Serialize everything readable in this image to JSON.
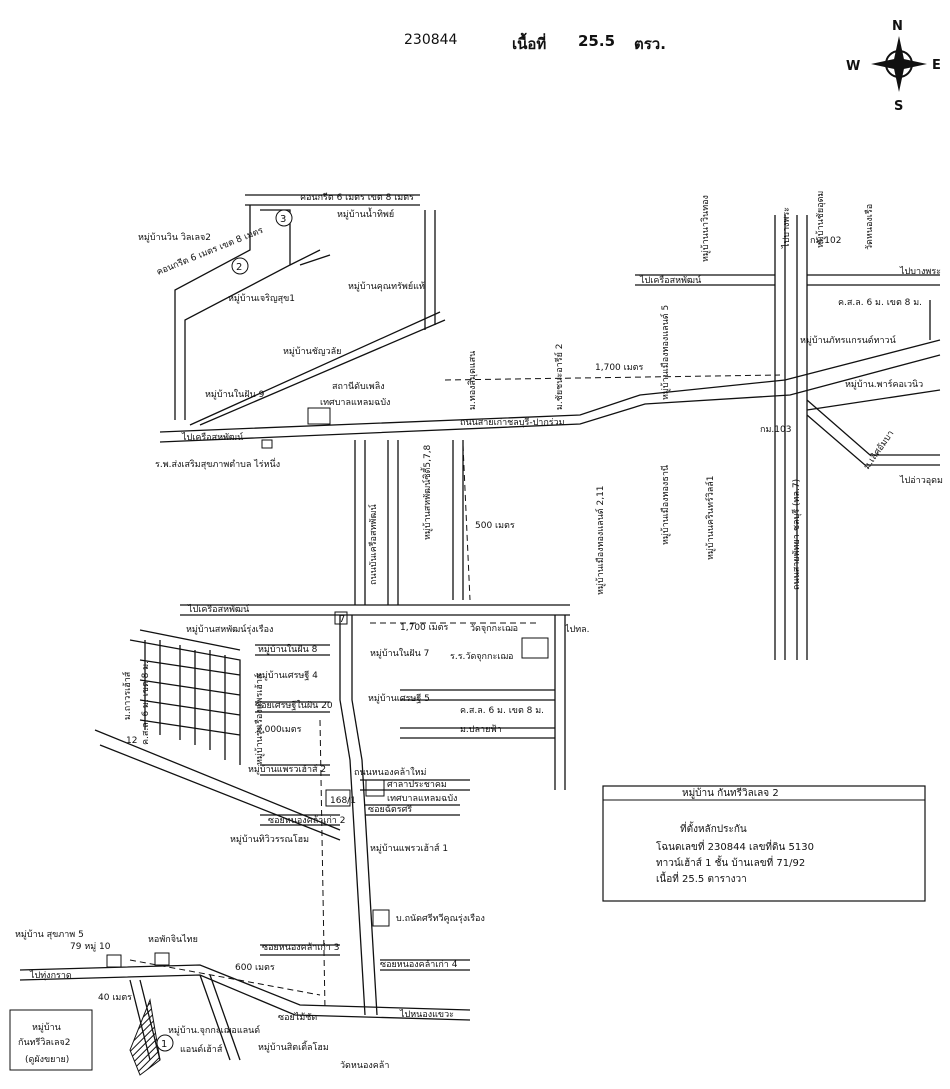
{
  "header": {
    "parcel_code": "230844",
    "area_label": "เนื้อที่",
    "area_value": "25.5",
    "area_unit": "ตรว."
  },
  "compass": {
    "n": "N",
    "s": "S",
    "e": "E",
    "w": "W"
  },
  "labels": {
    "concrete_top": "คอนกรีต 6 เมตร เขต 8 เมตร",
    "concrete_left": "คอนกรีต 6 เมตร เขต 8 เมตร",
    "marker_3": "3",
    "marker_2": "2",
    "marker_1": "1",
    "v_win_win": "หมู่บ้านวิน วิลเลจ2",
    "v_nam_thip": "หมู่บ้านน้ำทิพย์",
    "v_kunsap": "หมู่บ้านคุณทรัพย์แท้",
    "v_charoensuk": "หมู่บ้านเจริญสุข1",
    "v_chanyawan": "หมู่บ้านชัญวลัย",
    "v_naifun9": "หมู่บ้านในฝัน 9",
    "fire_station": "สถานีดับเพลิง",
    "municipality": "เทศบาลแหลมฉบัง",
    "to_sahapat_1": "ไปเครือสหพัฒน์",
    "hospital": "ร.พ.ส่งเสริมสุขภาพตำบล ไร่หนึ่ง",
    "to_sahapat_2": "ไปเครือสหพัฒน์",
    "v_thongsamut": "ม.ทองสิมุดแสน",
    "v_chonburi": "ม.ชัยชนะอารีย์ 2",
    "dist_1700_top": "1,700 เมตร",
    "v_thongland5": "หมู่บ้านเมืองทองแลนด์ 5",
    "v_kao_nong": "หมู่บ้านนาวินทอง",
    "to_sahapat_3": "ไปเครือสหพัฒน์",
    "v_chai": "หมู่บ้านชัยอุดม",
    "km102": "กม.102",
    "temple_top": "วัดหนองเรือ",
    "to_bang": "ไปบางพระ",
    "ks6": "ค.ส.ล. 6 ม. เขต 8 ม.",
    "v_pattra": "หมู่บ้านภัทรแกรนด์ทาวน์",
    "v_park": "หมู่บ้าน.พาร์คอเวนิว",
    "road_sukhumvit": "ถนนสายเก่าชลบุรี-ปากร่วม",
    "km103": "กม.103",
    "v_thongland211": "หมู่บ้านเมืองทองแลนด์ 2,11",
    "v_thongland_b": "หมู่บ้านเมืองทองธานี",
    "v_nakarin": "หมู่บ้านนครินทร์วิลล์1",
    "highway": "ถนนสายพัทยา-ชลบุรี (ทล.7)",
    "v_lerthaban": "ม.เลิศอัมบา",
    "to_wat": "ไปอ่าวอุดม",
    "road_sahapat": "ถนนบันเครือสหพัฒน์",
    "v_sahapat_city": "หมู่บ้านสหพัฒน์ซิตี้5,7,8",
    "dist_500": "500 เมตร",
    "to_sahapat_4": "ไปเครือสหพัฒน์",
    "v_sahapat_r": "หมู่บ้านสหพัฒน์รุ่งเรือง",
    "marker_7": "7",
    "dist_1700_mid": "1,700 เมตร",
    "wat_chuk": "วัดจุกกะเฌอ",
    "to_tor": "ไปทล.",
    "v_naifun8": "หมู่บ้านในฝัน 8",
    "v_naifun7": "หมู่บ้านในฝัน 7",
    "school": "ร.ร.วัดจุกกะเฌอ",
    "v_setthi4": "หมู่บ้านเศรษฐี 4",
    "v_setthi5": "หมู่บ้านเศรษฐี 5",
    "v_tharn": "ม.ถาวรเฮ้าส์",
    "soi_naifun20": "ซอยเศรษฐีในฝัน 20",
    "dist_2000": "2,000เมตร",
    "ks6b": "ค.ส.ล. 6 ม. เขต 8 ม.",
    "ks6c": "ค.ส.ล. 6 ม. เขต 8 ม.",
    "v_plaifah": "ม.ปลายฟ้า",
    "v_rung": "หมู่บ้านรุ่งเรืองแพรเฮ้าส์",
    "num_12": "12",
    "v_prae2": "หมู่บ้านแพรวเฮ้าส์ 2",
    "road_nongkla": "ถนนหนองคล้าใหม่",
    "sala": "ศาลาประชาคม",
    "municipality2": "เทศบาลแหลมฉบัง",
    "num_168": "168/1",
    "soi_nongkla2": "ซอยหนองคล้าเก่า 2",
    "soi_chat": "ซอยฉัตรศรี",
    "v_tiwan": "หมู่บ้านทิวิวรรณโฮม",
    "v_prae1": "หมู่บ้านแพรวเฮ้าส์ 1",
    "v_baan": "บ.ถนัดศรีทวีคูณรุ่งเรือง",
    "v_sukapap": "หมู่บ้าน สุขภาพ 5",
    "num_79": "79 หมู่ 10",
    "dorm": "หอพักจินไทย",
    "soi_nongkla3": "ซอยหนองคล้าเก่า 3",
    "soi_nongkla4": "ซอยหนองคล้าเก่า 4",
    "dist_600": "600 เมตร",
    "to_thung": "ไปทุ่งกราด",
    "dist_40": "40 เมตร",
    "soi_maichat": "ซอยไม้ชัด",
    "to_nongkawa": "ไปหนองแขวะ",
    "subject_box_1": "หมู่บ้าน",
    "subject_box_2": "กันทรีวิลเลจ2",
    "subject_box_3": "(ดูผังขยาย)",
    "v_chuk_land": "หมู่บ้าน.จุกกะเฌอแลนด์",
    "v_and_house": "แอนด์เฮ้าส์",
    "v_city_home": "หมู่บ้านสิตเติ้ลโฮม",
    "wat_nongkla": "วัดหนองคล้า"
  },
  "legend": {
    "title": "หมู่บ้าน กันทรีวิลเลจ 2",
    "collateral": "ที่ตั้งหลักประกัน",
    "deed": "โฉนดเลขที่ 230844 เลขที่ดิน 5130",
    "house": "ทาวน์เฮ้าส์ 1 ชั้น บ้านเลขที่ 71/92",
    "area": "เนื้อที่ 25.5 ตารางวา"
  }
}
